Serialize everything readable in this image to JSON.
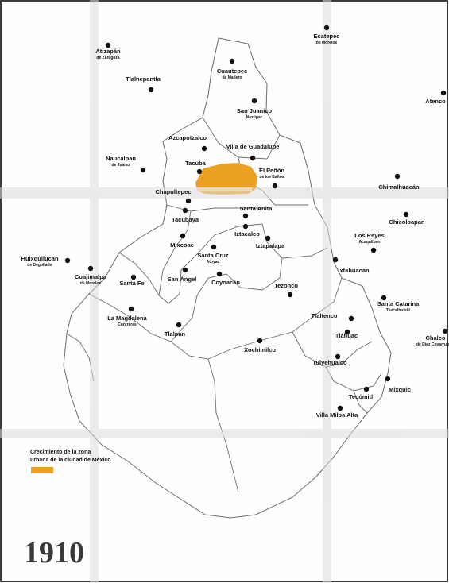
{
  "map": {
    "year": "1910",
    "legend": {
      "line1": "Crecimiento de la zona",
      "line2": "urbana de la ciudad de México",
      "swatch_color": "#eca123"
    },
    "colors": {
      "urban_area": "#eca123",
      "border": "#6b6b6b",
      "fold": "#dcdcdc"
    },
    "places": [
      {
        "id": "tlalnepantla-izt",
        "name": "Tlalnepantla"
      },
      {
        "id": "atizapan",
        "name": "Atizapán",
        "sub": "de Zaragoza"
      },
      {
        "id": "ecatepec",
        "name": "Ecatepec",
        "sub": "de Morelos"
      },
      {
        "id": "cuautepec",
        "name": "Cuautepec",
        "sub": "de Madero"
      },
      {
        "id": "san-juanico",
        "name": "San Juanico",
        "sub": "Nextipac"
      },
      {
        "id": "atenco",
        "name": "Atenco"
      },
      {
        "id": "azcapotzalco",
        "name": "Azcapotzalco"
      },
      {
        "id": "villa-guadalupe",
        "name": "Villa de Guadalupe"
      },
      {
        "id": "naucalpan",
        "name": "Naucalpan",
        "sub": "de Juárez"
      },
      {
        "id": "tacuba",
        "name": "Tacuba"
      },
      {
        "id": "el-penon",
        "name": "El Peñón",
        "sub": "de los Baños"
      },
      {
        "id": "chimalhuacan",
        "name": "Chimalhuacán"
      },
      {
        "id": "chapultepec",
        "name": "Chapultepec"
      },
      {
        "id": "tacubaya",
        "name": "Tacubaya"
      },
      {
        "id": "santa-anita",
        "name": "Santa Anita"
      },
      {
        "id": "iztacalco",
        "name": "Iztacalco"
      },
      {
        "id": "chicoloapan",
        "name": "Chicoloapan"
      },
      {
        "id": "los-reyes",
        "name": "Los Reyes",
        "sub": "Acaquilpan"
      },
      {
        "id": "mixcoac",
        "name": "Mixcoac"
      },
      {
        "id": "santa-cruz",
        "name": "Santa Cruz",
        "sub": "Atoyac"
      },
      {
        "id": "iztapalapa",
        "name": "Iztapalapa"
      },
      {
        "id": "huixquilucan",
        "name": "Huixquilucan",
        "sub": "de Degollado"
      },
      {
        "id": "cuajimalpa",
        "name": "Cuajimalpa",
        "sub": "de Morelos"
      },
      {
        "id": "santa-fe",
        "name": "Santa Fe"
      },
      {
        "id": "san-angel",
        "name": "San Ángel"
      },
      {
        "id": "coyoacan",
        "name": "Coyoacán"
      },
      {
        "id": "ixtahuacan",
        "name": "Ixtahuacan"
      },
      {
        "id": "tezonco",
        "name": "Tezonco"
      },
      {
        "id": "la-magdalena",
        "name": "La Magdalena",
        "sub": "Contreras"
      },
      {
        "id": "tlalpan",
        "name": "Tlalpan"
      },
      {
        "id": "tlaltenco",
        "name": "Tlaltenco"
      },
      {
        "id": "santa-catarina",
        "name": "Santa Catarina",
        "sub": "Texcalhuixtli"
      },
      {
        "id": "tlahuac",
        "name": "Tláhuac"
      },
      {
        "id": "chalco",
        "name": "Chalco",
        "sub": "de Díaz Covarrubias"
      },
      {
        "id": "xochimilco",
        "name": "Xochimilco"
      },
      {
        "id": "tulyehualco",
        "name": "Tulyehualco"
      },
      {
        "id": "tecomitl",
        "name": "Tecómitl"
      },
      {
        "id": "mixquic",
        "name": "Mixquic"
      },
      {
        "id": "villa-milpa-alta",
        "name": "Villa Milpa Alta"
      }
    ]
  }
}
